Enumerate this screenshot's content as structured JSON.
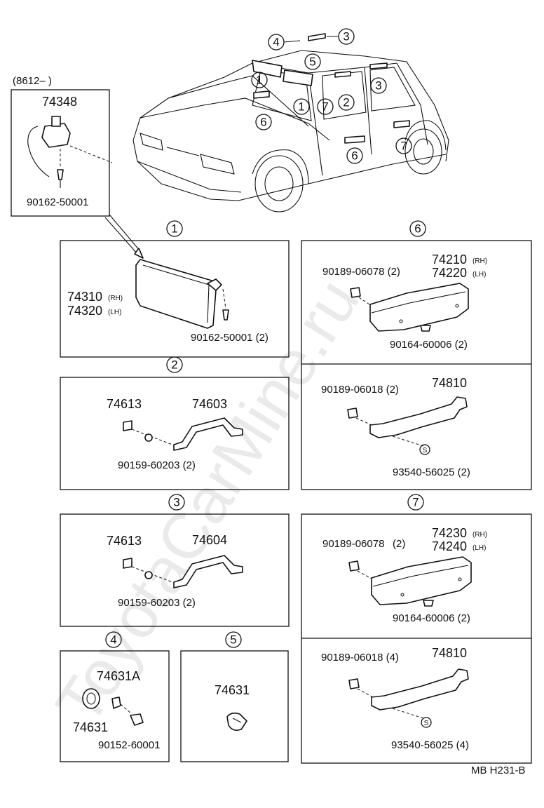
{
  "inset": {
    "serial_label": "(8612–        )",
    "part_top": "74348",
    "part_bottom": "90162-50001"
  },
  "car_callouts": [
    "1",
    "1",
    "2",
    "3",
    "3",
    "4",
    "5",
    "6",
    "6",
    "7",
    "7"
  ],
  "sections": {
    "s1": {
      "num": "1",
      "p1": "74310",
      "p1_side": "(RH)",
      "p2": "74320",
      "p2_side": "(LH)",
      "p3": "90162-50001 (2)"
    },
    "s2": {
      "num": "2",
      "p1": "74613",
      "p2": "74603",
      "p3": "90159-60203 (2)"
    },
    "s3": {
      "num": "3",
      "p1": "74613",
      "p2": "74604",
      "p3": "90159-60203 (2)"
    },
    "s4": {
      "num": "4",
      "p1": "74631A",
      "p2": "74631",
      "p3": "90152-60001"
    },
    "s5": {
      "num": "5",
      "p1": "74631"
    },
    "s6": {
      "num": "6",
      "p1": "90189-06078 (2)",
      "p2": "74210",
      "p2_side": "(RH)",
      "p3": "74220",
      "p3_side": "(LH)",
      "p4": "90164-60006 (2)",
      "p5": "90189-06018 (2)",
      "p6": "74810",
      "p7": "93540-56025 (2)"
    },
    "s7": {
      "num": "7",
      "p1": "90189-06078",
      "p1_qty": "(2)",
      "p2": "74230",
      "p2_side": "(RH)",
      "p3": "74240",
      "p3_side": "(LH)",
      "p4": "90164-60006 (2)",
      "p5": "90189-06018 (4)",
      "p6": "74810",
      "p7": "93540-56025 (4)"
    }
  },
  "s_symbol": "S",
  "footer": "MB   H231-B",
  "watermark": "ToyotaCarMine.ru"
}
